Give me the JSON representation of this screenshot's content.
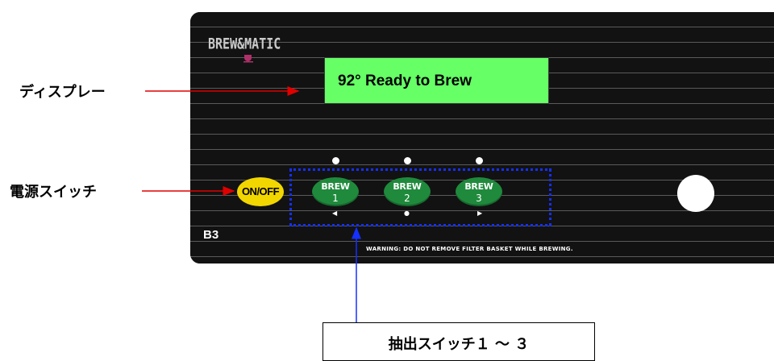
{
  "labels": {
    "display": "ディスプレー",
    "power_switch": "電源スイッチ",
    "brew_switches": "抽出スイッチ１ ～ ３"
  },
  "panel": {
    "brand": "BREW&MATIC",
    "display_text": "92°  Ready to Brew",
    "power_button": "ON/OFF",
    "brew_word": "BREW",
    "brew_buttons": [
      "1",
      "2",
      "3"
    ],
    "selectors": [
      "◀",
      "●",
      "▶"
    ],
    "model": "B3",
    "warning": "WARNING: DO NOT REMOVE FILTER BASKET WHILE BREWING."
  },
  "colors": {
    "panel": "#121212",
    "display": "#66ff66",
    "power_button": "#f2d600",
    "brew_button": "#1f8a3c",
    "arrow_red": "#e00000",
    "arrow_blue": "#1530ff"
  }
}
